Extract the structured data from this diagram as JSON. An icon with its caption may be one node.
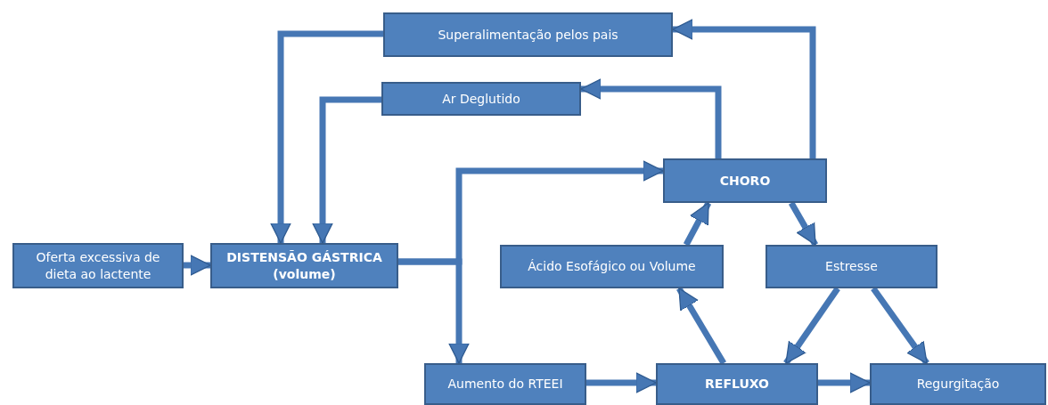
{
  "diagram": {
    "nodes": [
      {
        "text": [
          "Superalimentação pelos pais"
        ]
      },
      {
        "text": [
          "Ar Deglutido"
        ]
      },
      {
        "text": [
          "CHORO"
        ]
      },
      {
        "text": [
          "Oferta excessiva de dieta ao lactente"
        ]
      },
      {
        "text": [
          "DISTENSÃO GÁSTRICA (volume)"
        ]
      },
      {
        "text": [
          "Ácido Esofágico ou Volume"
        ]
      },
      {
        "text": [
          "Estresse"
        ]
      },
      {
        "text": [
          "Aumento do RTEEI"
        ]
      },
      {
        "text": [
          "REFLUXO"
        ]
      },
      {
        "text": [
          "Regurgitação"
        ]
      }
    ],
    "edges": [
      {
        "from": 3,
        "to": 4,
        "arrow": "to"
      },
      {
        "from": 0,
        "to": 4,
        "arrow": "to"
      },
      {
        "from": 1,
        "to": 4,
        "arrow": "to"
      },
      {
        "from": 2,
        "to": 0,
        "arrow": "to"
      },
      {
        "from": 2,
        "to": 1,
        "arrow": "to"
      },
      {
        "from": 4,
        "to": 2,
        "arrow": "to"
      },
      {
        "from": 4,
        "to": 7,
        "arrow": "to"
      },
      {
        "from": 7,
        "to": 8,
        "arrow": "to"
      },
      {
        "from": 8,
        "to": 9,
        "arrow": "to"
      },
      {
        "from": 8,
        "to": 5,
        "arrow": "to"
      },
      {
        "from": 5,
        "to": 2,
        "arrow": "to"
      },
      {
        "from": 2,
        "to": 6,
        "arrow": "to"
      },
      {
        "from": 6,
        "to": 8,
        "arrow": "to"
      },
      {
        "from": 6,
        "to": 9,
        "arrow": "to"
      }
    ]
  }
}
